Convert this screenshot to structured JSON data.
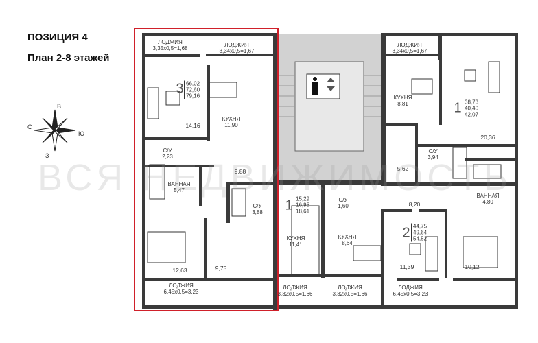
{
  "header": {
    "position": "ПОЗИЦИЯ 4",
    "floors": "План 2-8 этажей"
  },
  "compass": {
    "north": "В",
    "west": "С",
    "east": "Ю",
    "south": "З"
  },
  "watermark": "ВСЯ НЕДВИЖИМОСТЬ",
  "highlight_color": "#d0202a",
  "apartments": {
    "apt3": {
      "rooms": "3",
      "areas": [
        "66,02",
        "72,60",
        "79,16"
      ],
      "loggia1": {
        "name": "ЛОДЖИЯ",
        "size": "3,35х0,5=1,68"
      },
      "loggia2": {
        "name": "ЛОДЖИЯ",
        "size": "3,34х0,5=1,67"
      },
      "living": "14,16",
      "kitchen": {
        "name": "КУХНЯ",
        "area": "11,90"
      },
      "wc": {
        "name": "С/У",
        "area": "2,23"
      },
      "hall": "9,88",
      "bath": {
        "name": "ВАННАЯ",
        "area": "5,47"
      },
      "wc2": {
        "name": "С/У",
        "area": "3,88"
      },
      "bedroom1": "12,63",
      "bedroom2": "9,75",
      "loggia3": {
        "name": "ЛОДЖИЯ",
        "size": "6,45х0,5=3,23"
      }
    },
    "apt1_studio": {
      "rooms": "1",
      "areas": [
        "15,29",
        "16,95",
        "18,61"
      ],
      "kitchen": {
        "name": "КУХНЯ",
        "area": "11,41"
      },
      "loggia": {
        "name": "ЛОДЖИЯ",
        "size": "3,32х0,5=1,66"
      }
    },
    "apt2": {
      "rooms": "2",
      "areas": [
        "44,75",
        "49,64",
        "54,52"
      ],
      "wc": {
        "name": "С/У",
        "area": "1,60"
      },
      "kitchen": {
        "name": "КУХНЯ",
        "area": "8,64"
      },
      "loggia_k": {
        "name": "ЛОДЖИЯ",
        "size": "3,32х0,5=1,66"
      },
      "hall": "8,20",
      "bath": {
        "name": "ВАННАЯ",
        "area": "4,80"
      },
      "living": "11,39",
      "bedroom": "10,12",
      "loggia": {
        "name": "ЛОДЖИЯ",
        "size": "6,45х0,5=3,23"
      }
    },
    "apt1": {
      "rooms": "1",
      "areas": [
        "38,73",
        "40,40",
        "42,07"
      ],
      "loggia": {
        "name": "ЛОДЖИЯ",
        "size": "3,34х0,5=1,67"
      },
      "kitchen": {
        "name": "КУХНЯ",
        "area": "8,81"
      },
      "living": "20,36",
      "wc": {
        "name": "С/У",
        "area": "3,94"
      },
      "hall": "5,62"
    }
  }
}
